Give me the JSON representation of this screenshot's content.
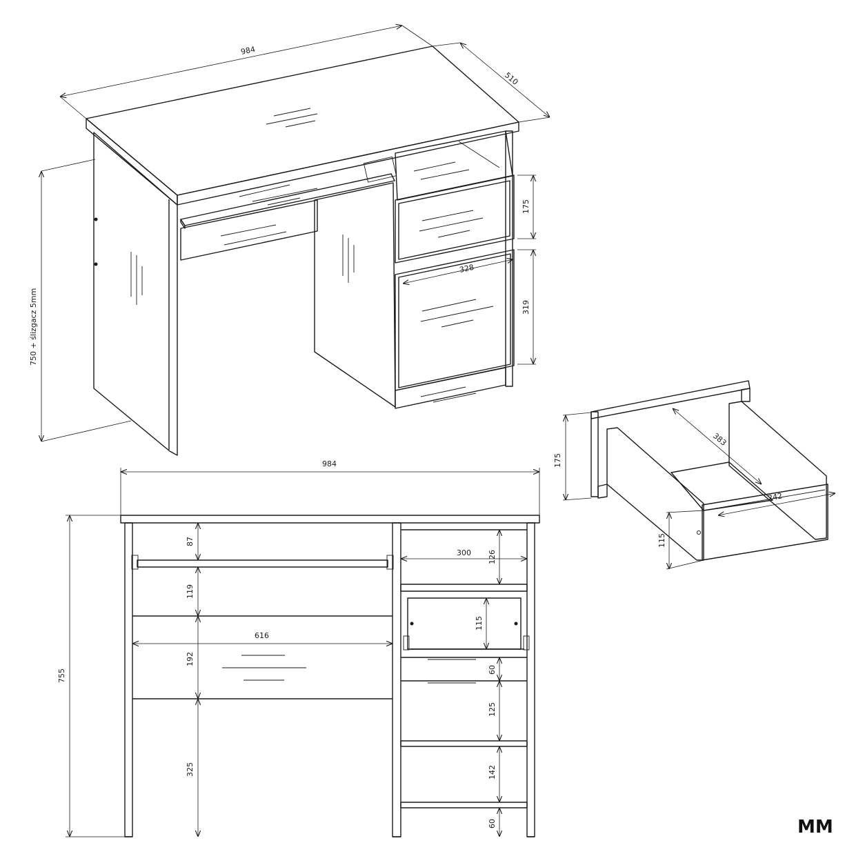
{
  "isometric_desk": {
    "width_label": "984",
    "depth_label": "510",
    "height_label": "750 + ślizgacz 5mm",
    "drawer_height_label": "175",
    "drawer_width_label": "328",
    "door_height_label": "319"
  },
  "drawer_detail": {
    "front_height_label": "175",
    "depth_label": "383",
    "inner_width_label": "242",
    "side_height_label": "115"
  },
  "front_view": {
    "width_label": "984",
    "height_label": "755",
    "keyboard_gap_label": "87",
    "keyboard_to_shelf_label": "119",
    "shelf_width_label": "616",
    "shelf_height_label": "192",
    "leg_space_label": "325",
    "cabinet_width_label": "300",
    "cabinet_top_label": "126",
    "drawer_inner_label": "115",
    "gap1_label": "60",
    "compartment1_label": "125",
    "compartment2_label": "142",
    "gap2_label": "60"
  },
  "brand": "MM"
}
